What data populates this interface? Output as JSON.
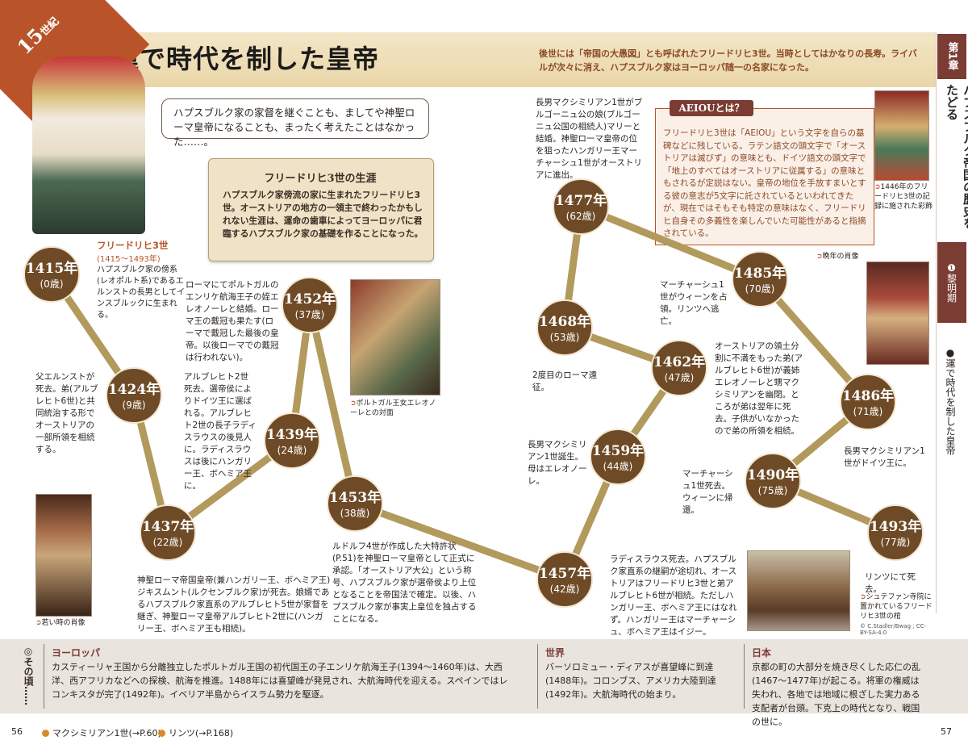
{
  "header": {
    "century_num": "15",
    "century_label": "世紀",
    "title": "運で時代を制した皇帝",
    "intro": "後世には「帝国の大愚図」とも呼ばれたフリードリヒ3世。当時としてはかなりの長寿。ライバルが次々に消え、ハプスブルク家はヨーロッパ随一の名家になった。"
  },
  "sidebar": {
    "chapter": "第1章",
    "title": "ハプスブルク帝国の歴史をたどる",
    "section": "❶黎明期",
    "topic": "●運で時代を制した皇帝"
  },
  "quote": "ハプスブルク家の家督を継ぐことも、ましてや神聖ローマ皇帝になることも、まったく考えたことはなかった……。",
  "scroll": {
    "title": "フリードリヒ3世の生涯",
    "body": "ハプスブルク家傍流の家に生まれたフリードリヒ3世。オーストリアの地方の一領主で終わったかもしれない生涯は、運命の歯車によってヨーロッパに君臨するハプスブルク家の基礎を作ることになった。"
  },
  "aeiou": {
    "title": "AEIOUとは？",
    "body": "フリードリヒ3世は「AEIOU」という文字を自らの墓碑などに残している。ラテン語文の頭文字で「オーストリアは滅びず」の意味とも、ドイツ語文の頭文字で「地上のすべてはオーストリアに従属する」の意味ともされるが定説はない。皇帝の地位を手放すまいとする彼の意志が5文字に託されているといわれてきたが、現在ではそもそも特定の意味はなく、フリードリヒ自身その多義性を楽しんでいた可能性があると指摘されている。"
  },
  "person": {
    "name": "フリードリヒ3世",
    "years": "(1415〜1493年)",
    "desc": "ハプスブルク家の傍系(レオポルト系)であるエルンストの長男としてインスブルックに生まれる。"
  },
  "captions": {
    "meeting": "ポルトガル王女エレオノーレとの対面",
    "young": "若い時の肖像",
    "old": "晩年の肖像",
    "record": "1446年のフリードリヒ3世の記録に施された彩飾",
    "coffin": "シュテファン寺院に置かれているフリードリヒ3世の棺",
    "credit": "© C.Stadler/Bwag ; CC-BY-SA-4.0"
  },
  "timeline": [
    {
      "year": "1415",
      "age": "0"
    },
    {
      "year": "1424",
      "age": "9"
    },
    {
      "year": "1437",
      "age": "22"
    },
    {
      "year": "1439",
      "age": "24"
    },
    {
      "year": "1452",
      "age": "37"
    },
    {
      "year": "1453",
      "age": "38"
    },
    {
      "year": "1457",
      "age": "42"
    },
    {
      "year": "1459",
      "age": "44"
    },
    {
      "year": "1462",
      "age": "47"
    },
    {
      "year": "1468",
      "age": "53"
    },
    {
      "year": "1477",
      "age": "62"
    },
    {
      "year": "1485",
      "age": "70"
    },
    {
      "year": "1486",
      "age": "71"
    },
    {
      "year": "1490",
      "age": "75"
    },
    {
      "year": "1493",
      "age": "77"
    }
  ],
  "unit_year": "年",
  "age_prefix": "(",
  "age_suffix": "歳)",
  "events": {
    "e1424": "父エルンストが死去。弟(アルブレヒト6世)と共同統治する形でオーストリアの一部所領を相続する。",
    "e1437": "神聖ローマ帝国皇帝(兼ハンガリー王、ボヘミア王)ジキスムント(ルクセンブルク家)が死去。娘婿であるハプスブルク家直系のアルブレヒト5世が家督を継ぎ、神聖ローマ皇帝アルブレヒト2世に(ハンガリー王、ボヘミア王も相続)。",
    "e1439": "アルブレヒト2世死去。選帝侯によりドイツ王に選ばれる。アルブレヒト2世の長子ラディスラウスの後見人に。ラディスラウスは後にハンガリー王、ボヘミア王に。",
    "e1452": "ローマにてポルトガルのエンリケ航海王子の姪エレオノーレと結婚。ローマ王の戴冠も果たす(ローマで戴冠した最後の皇帝。以後ローマでの戴冠は行われない)。",
    "e1453": "ルドルフ4世が作成した大特許状(P.51)を神聖ローマ皇帝として正式に承認。「オーストリア大公」という称号、ハプスブルク家が選帝侯より上位となることを帝国法で確定。以後、ハプスブルク家が事実上皇位を独占することになる。",
    "e1457": "ラディスラウス死去。ハプスブルク家直系の継嗣が途切れ、オーストリアはフリードリヒ3世と弟アルブレヒト6世が相続。ただしハンガリー王、ボヘミア王にはなれず。ハンガリー王はマーチャーシュ、ボヘミア王はイジー。",
    "e1459": "長男マクシミリアン1世誕生。母はエレオノーレ。",
    "e1462": "オーストリアの領土分割に不満をもった弟(アルブレヒト6世)が義姉エレオノーレと甥マクシミリアンを幽閉。ところが弟は翌年に死去。子供がいなかったので弟の所領を相続。",
    "e1468": "2度目のローマ遠征。",
    "e1477": "長男マクシミリアン1世がブルゴーニュ公の娘(ブルゴーニュ公国の相続人)マリーと結婚。神聖ローマ皇帝の位を狙ったハンガリー王マーチャーシュ1世がオーストリアに進出。",
    "e1485": "マーチャーシュ1世がウィーンを占領。リンツへ逃亡。",
    "e1486": "長男マクシミリアン1世がドイツ王に。",
    "e1490": "マーチャーシュ1世死去。ウィーンに帰還。",
    "e1493": "リンツにて死去。"
  },
  "sonokoro": "◎その頃……",
  "regions": [
    {
      "name": "ヨーロッパ",
      "text": "カスティーリャ王国から分離独立したポルトガル王国の初代国王の子エンリケ航海王子(1394〜1460年)は、大西洋、西アフリカなどへの探検、航海を推進。1488年には喜望峰が発見され、大航海時代を迎える。スペインではレコンキスタが完了(1492年)。イベリア半島からイスラム勢力を駆逐。"
    },
    {
      "name": "世界",
      "text": "バーソロミュー・ディアスが喜望峰に到達(1488年)。コロンブス、アメリカ大陸到達(1492年)。大航海時代の始まり。"
    },
    {
      "name": "日本",
      "text": "京都の町の大部分を焼き尽くした応仁の乱(1467〜1477年)が起こる。将軍の権威は失われ、各地では地域に根ざした実力ある支配者が台頭。下克上の時代となり、戦国の世に。"
    }
  ],
  "footer": {
    "page_left": "56",
    "page_right": "57",
    "ref1": "マクシミリアン1世(→P.60)",
    "ref2": "リンツ(→P.168)"
  },
  "colors": {
    "node": "#6e4a26",
    "line": "#b29a5c",
    "accent": "#b9542a",
    "chapter": "#7b3c33"
  }
}
